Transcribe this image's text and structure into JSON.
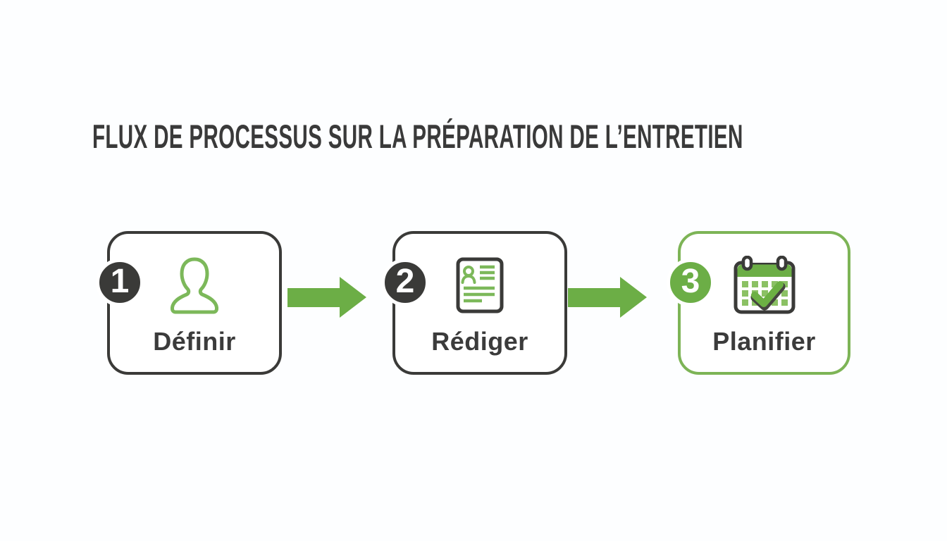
{
  "title": {
    "text": "FLUX DE PROCESSUS SUR LA PRÉPARATION DE L’ENTRETIEN",
    "color": "#3a3a3a"
  },
  "steps": [
    {
      "number": "1",
      "label": "Définir",
      "icon": "person-silhouette-icon",
      "border_color": "#3a3a38",
      "badge_color": "#3a3a38"
    },
    {
      "number": "2",
      "label": "Rédiger",
      "icon": "resume-document-icon",
      "border_color": "#3a3a38",
      "badge_color": "#3a3a38"
    },
    {
      "number": "3",
      "label": "Planifier",
      "icon": "calendar-check-icon",
      "border_color": "#7db456",
      "badge_color": "#6cae46"
    }
  ],
  "arrows": [
    {
      "direction": "right",
      "color": "#6cae46"
    },
    {
      "direction": "right",
      "color": "#6cae46"
    }
  ],
  "colors": {
    "dark": "#3a3a38",
    "green": "#6cae46",
    "green_light": "#7cb85a",
    "background": "#fdfeff",
    "white": "#ffffff"
  }
}
